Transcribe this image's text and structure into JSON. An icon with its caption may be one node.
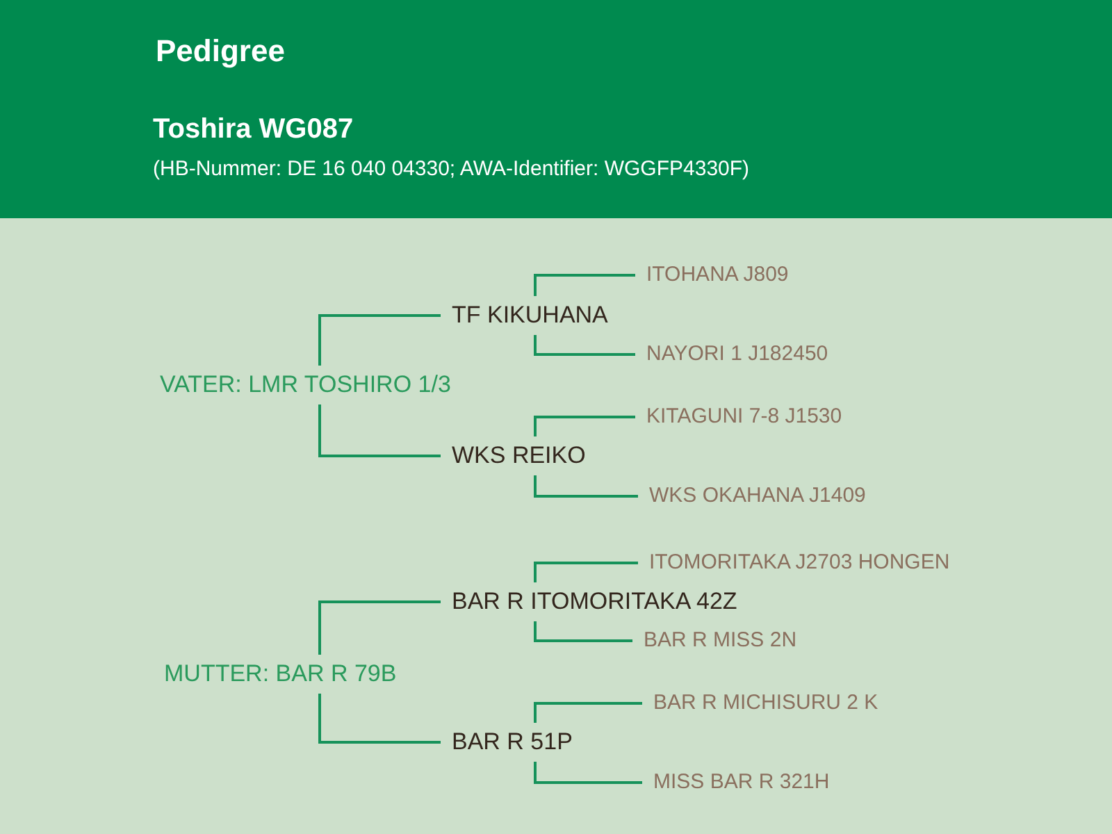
{
  "diagram": {
    "title": "Pedigree",
    "nodes": [
      {
        "text": [
          "VATER: LMR TOSHIRO 1/3"
        ]
      },
      {
        "text": [
          "TF KIKUHANA"
        ]
      },
      {
        "text": [
          "ITOHANA J809"
        ]
      },
      {
        "text": [
          "NAYORI 1 J182450"
        ]
      },
      {
        "text": [
          "WKS REIKO"
        ]
      },
      {
        "text": [
          "KITAGUNI 7-8 J1530"
        ]
      },
      {
        "text": [
          "WKS OKAHANA J1409"
        ]
      },
      {
        "text": [
          "MUTTER: BAR R 79B"
        ]
      },
      {
        "text": [
          "BAR R ITOMORITAKA 42Z"
        ]
      },
      {
        "text": [
          "ITOMORITAKA J2703 HONGEN"
        ]
      },
      {
        "text": [
          "BAR R MISS 2N"
        ]
      },
      {
        "text": [
          "BAR R 51P"
        ]
      },
      {
        "text": [
          "BAR R MICHISURU 2 K"
        ]
      },
      {
        "text": [
          "MISS BAR R 321H"
        ]
      }
    ],
    "edges": [
      {
        "from": 0,
        "to": 1,
        "arrow": "none"
      },
      {
        "from": 0,
        "to": 4,
        "arrow": "none"
      },
      {
        "from": 1,
        "to": 2,
        "arrow": "none"
      },
      {
        "from": 1,
        "to": 3,
        "arrow": "none"
      },
      {
        "from": 4,
        "to": 5,
        "arrow": "none"
      },
      {
        "from": 4,
        "to": 6,
        "arrow": "none"
      },
      {
        "from": 7,
        "to": 8,
        "arrow": "none"
      },
      {
        "from": 7,
        "to": 11,
        "arrow": "none"
      },
      {
        "from": 8,
        "to": 9,
        "arrow": "none"
      },
      {
        "from": 8,
        "to": 10,
        "arrow": "none"
      },
      {
        "from": 11,
        "to": 12,
        "arrow": "none"
      },
      {
        "from": 11,
        "to": 13,
        "arrow": "none"
      }
    ],
    "labels": [
      "Toshira WG087",
      "(HB-Nummer: DE 16 040 04330; AWA-Identifier: WGGFP4330F)"
    ]
  }
}
